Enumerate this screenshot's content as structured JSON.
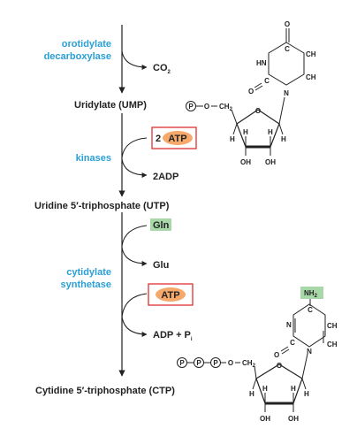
{
  "colors": {
    "enzyme": "#2a9fd6",
    "atp_fill": "#f5a96a",
    "atp_box": "#e02020",
    "highlight": "#a8d8a8",
    "line": "#222222"
  },
  "enzymes": {
    "decarboxylase_line1": "orotidylate",
    "decarboxylase_line2": "decarboxylase",
    "kinases": "kinases",
    "synthetase_line1": "cytidylate",
    "synthetase_line2": "synthetase"
  },
  "compounds": {
    "ump": "Uridylate (UMP)",
    "utp": "Uridine 5′-triphosphate (UTP)",
    "ctp": "Cytidine 5′-triphosphate (CTP)"
  },
  "side_products": {
    "co2": "CO",
    "co2_sub": "2",
    "atp_count": "2",
    "atp": "ATP",
    "adp2": "2ADP",
    "gln": "Gln",
    "glu": "Glu",
    "atp2": "ATP",
    "adp_pi": "ADP + P",
    "pi_sub": "i"
  },
  "structure_labels": {
    "p": "P",
    "o_link": "O",
    "ch2": "CH",
    "ch2_sub": "2",
    "oh": "OH",
    "h": "H",
    "o": "O",
    "n": "N",
    "hn": "HN",
    "c": "C",
    "ch": "CH",
    "nh2": "NH",
    "nh2_sub": "2"
  }
}
